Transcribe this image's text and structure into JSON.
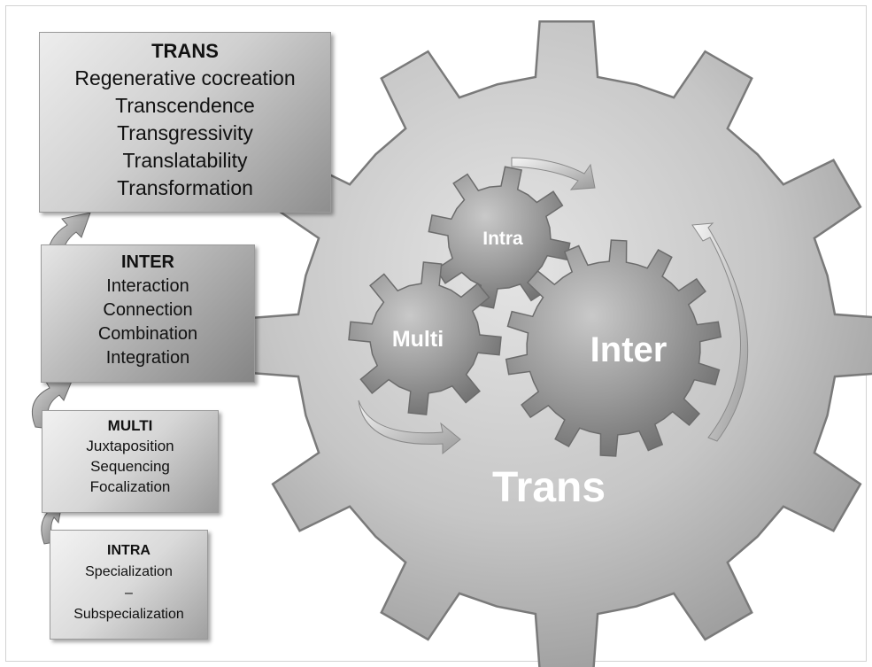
{
  "boxes": {
    "trans": {
      "title": "TRANS",
      "items": [
        "Regenerative cocreation",
        "Transcendence",
        "Transgressivity",
        "Translatability",
        "Transformation"
      ]
    },
    "inter": {
      "title": "INTER",
      "items": [
        "Interaction",
        "Connection",
        "Combination",
        "Integration"
      ]
    },
    "multi": {
      "title": "MULTI",
      "items": [
        "Juxtaposition",
        "Sequencing",
        "Focalization"
      ]
    },
    "intra": {
      "title": "INTRA",
      "items": [
        "Specialization",
        "–",
        "Subspecialization"
      ]
    }
  },
  "gears": {
    "trans": "Trans",
    "inter": "Inter",
    "intra": "Intra",
    "multi": "Multi"
  },
  "colors": {
    "gear_light": "#d9d9d9",
    "gear_dark": "#8c8c8c",
    "gear_outline": "#7a7a7a"
  }
}
